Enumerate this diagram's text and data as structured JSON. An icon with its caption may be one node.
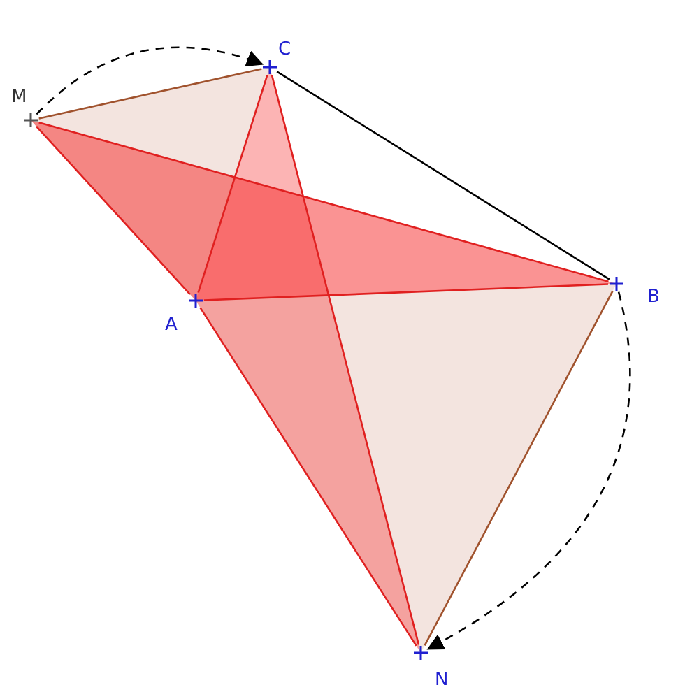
{
  "diagram": {
    "nodes": [
      {
        "text": [
          "M"
        ]
      },
      {
        "text": [
          "C"
        ]
      },
      {
        "text": [
          "A"
        ]
      },
      {
        "text": [
          "B"
        ]
      },
      {
        "text": [
          "N"
        ]
      }
    ],
    "edges": [
      {
        "from": 0,
        "to": 1,
        "arrow": "to",
        "style": "dashed",
        "color": "#000000"
      },
      {
        "from": 3,
        "to": 4,
        "arrow": "to",
        "style": "dashed",
        "color": "#000000"
      },
      {
        "from": 0,
        "to": 1,
        "arrow": "none",
        "color": "#a0522d"
      },
      {
        "from": 0,
        "to": 3,
        "arrow": "none"
      },
      {
        "from": 0,
        "to": 2,
        "arrow": "none"
      },
      {
        "from": 1,
        "to": 2,
        "arrow": "none"
      },
      {
        "from": 1,
        "to": 4,
        "arrow": "none"
      },
      {
        "from": 1,
        "to": 3,
        "arrow": "none",
        "color": "#000000"
      },
      {
        "from": 2,
        "to": 3,
        "arrow": "none"
      },
      {
        "from": 2,
        "to": 4,
        "arrow": "none"
      },
      {
        "from": 3,
        "to": 4,
        "arrow": "none",
        "color": "#a0522d"
      }
    ]
  }
}
